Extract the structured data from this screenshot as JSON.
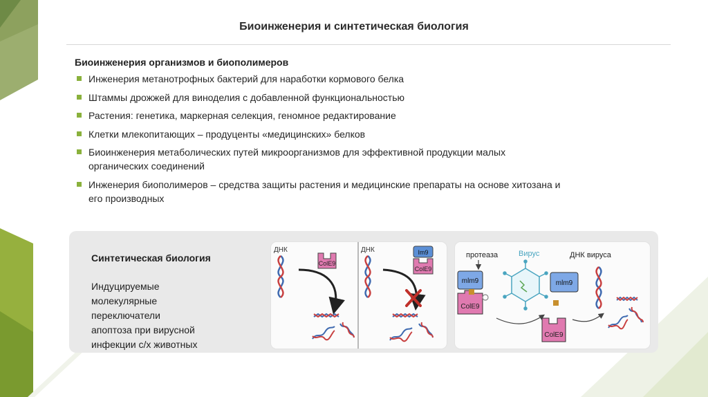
{
  "slide": {
    "title": "Биоинженерия и синтетическая биология",
    "section_heading": "Биоинженерия организмов и биополимеров",
    "bullets": [
      "Инженерия метанотрофных бактерий для наработки кормового белка",
      "Штаммы дрожжей для виноделия с добавленной функциональностью",
      "Растения: генетика, маркерная селекция, геномное редактирование",
      "Клетки млекопитающих – продуценты «медицинских» белков",
      "Биоинженерия метаболических путей микроорганизмов для эффективной продукции малых органических соединений",
      "Инженерия биополимеров – средства защиты растения и медицинские препараты на основе хитозана и его производных"
    ]
  },
  "synthetic": {
    "title": "Синтетическая биология",
    "lines": [
      "Индуцируемые",
      "молекулярные",
      "переключатели",
      "апоптоза при вирусной",
      "инфекции с/х животных"
    ]
  },
  "diagram_left": {
    "dna_label_a": "ДНК",
    "dna_label_b": "ДНК",
    "cole9": "ColE9",
    "im9": "Im9"
  },
  "diagram_right": {
    "protease": "протеаза",
    "virus": "Вирус",
    "viral_dna": "ДНК вируса",
    "mlm9_a": "mlm9",
    "mlm9_b": "mlm9",
    "cole9_a": "ColE9",
    "cole9_b": "ColE9"
  },
  "colors": {
    "accent_green": "#8ab13c",
    "dark_green": "#5e7f3f",
    "pink": "#e07ab0",
    "blue": "#5b8fd6",
    "dna_blue": "#3f6ab0",
    "dna_red": "#c84040"
  }
}
